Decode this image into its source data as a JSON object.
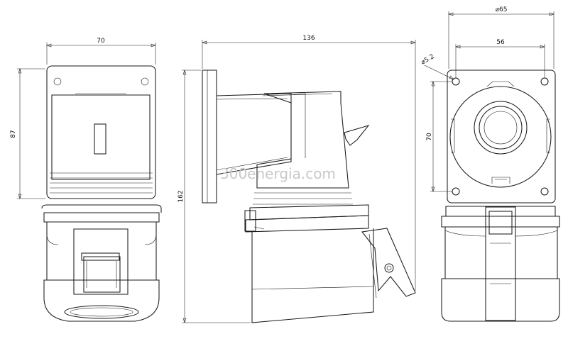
{
  "dimensions": {
    "front_width": "70",
    "front_height": "87",
    "side_length": "136",
    "side_height": "162",
    "rear_outer_diameter": "⌀65",
    "rear_hole_spacing_h": "56",
    "rear_hole_spacing_v": "70",
    "rear_hole_diameter": "⌀5.2"
  },
  "watermark": "300energia.com"
}
